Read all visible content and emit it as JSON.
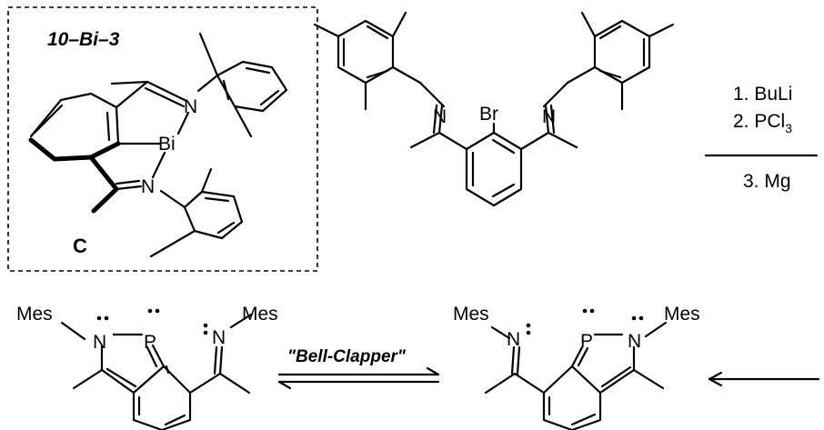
{
  "compound_c": {
    "title": "10–Bi–3",
    "letter": "C",
    "atoms": {
      "bi": "Bi",
      "n_top": "N",
      "n_bottom": "N"
    }
  },
  "precursor": {
    "atoms": {
      "br": "Br",
      "n_left": "N",
      "n_right": "N"
    }
  },
  "reagents": {
    "step1": "1. BuLi",
    "step2_prefix": "2. PCl",
    "step2_sub": "3",
    "step3": "3. Mg"
  },
  "equilibrium": {
    "label": "\"Bell-Clapper\"",
    "left": {
      "mes_n": "Mes",
      "n_ring": "N",
      "p": "P",
      "n_imine": "N",
      "mes_imine": "Mes"
    },
    "right": {
      "mes_imine": "Mes",
      "n_imine": "N",
      "p": "P",
      "n_ring": "N",
      "mes_n": "Mes"
    }
  }
}
